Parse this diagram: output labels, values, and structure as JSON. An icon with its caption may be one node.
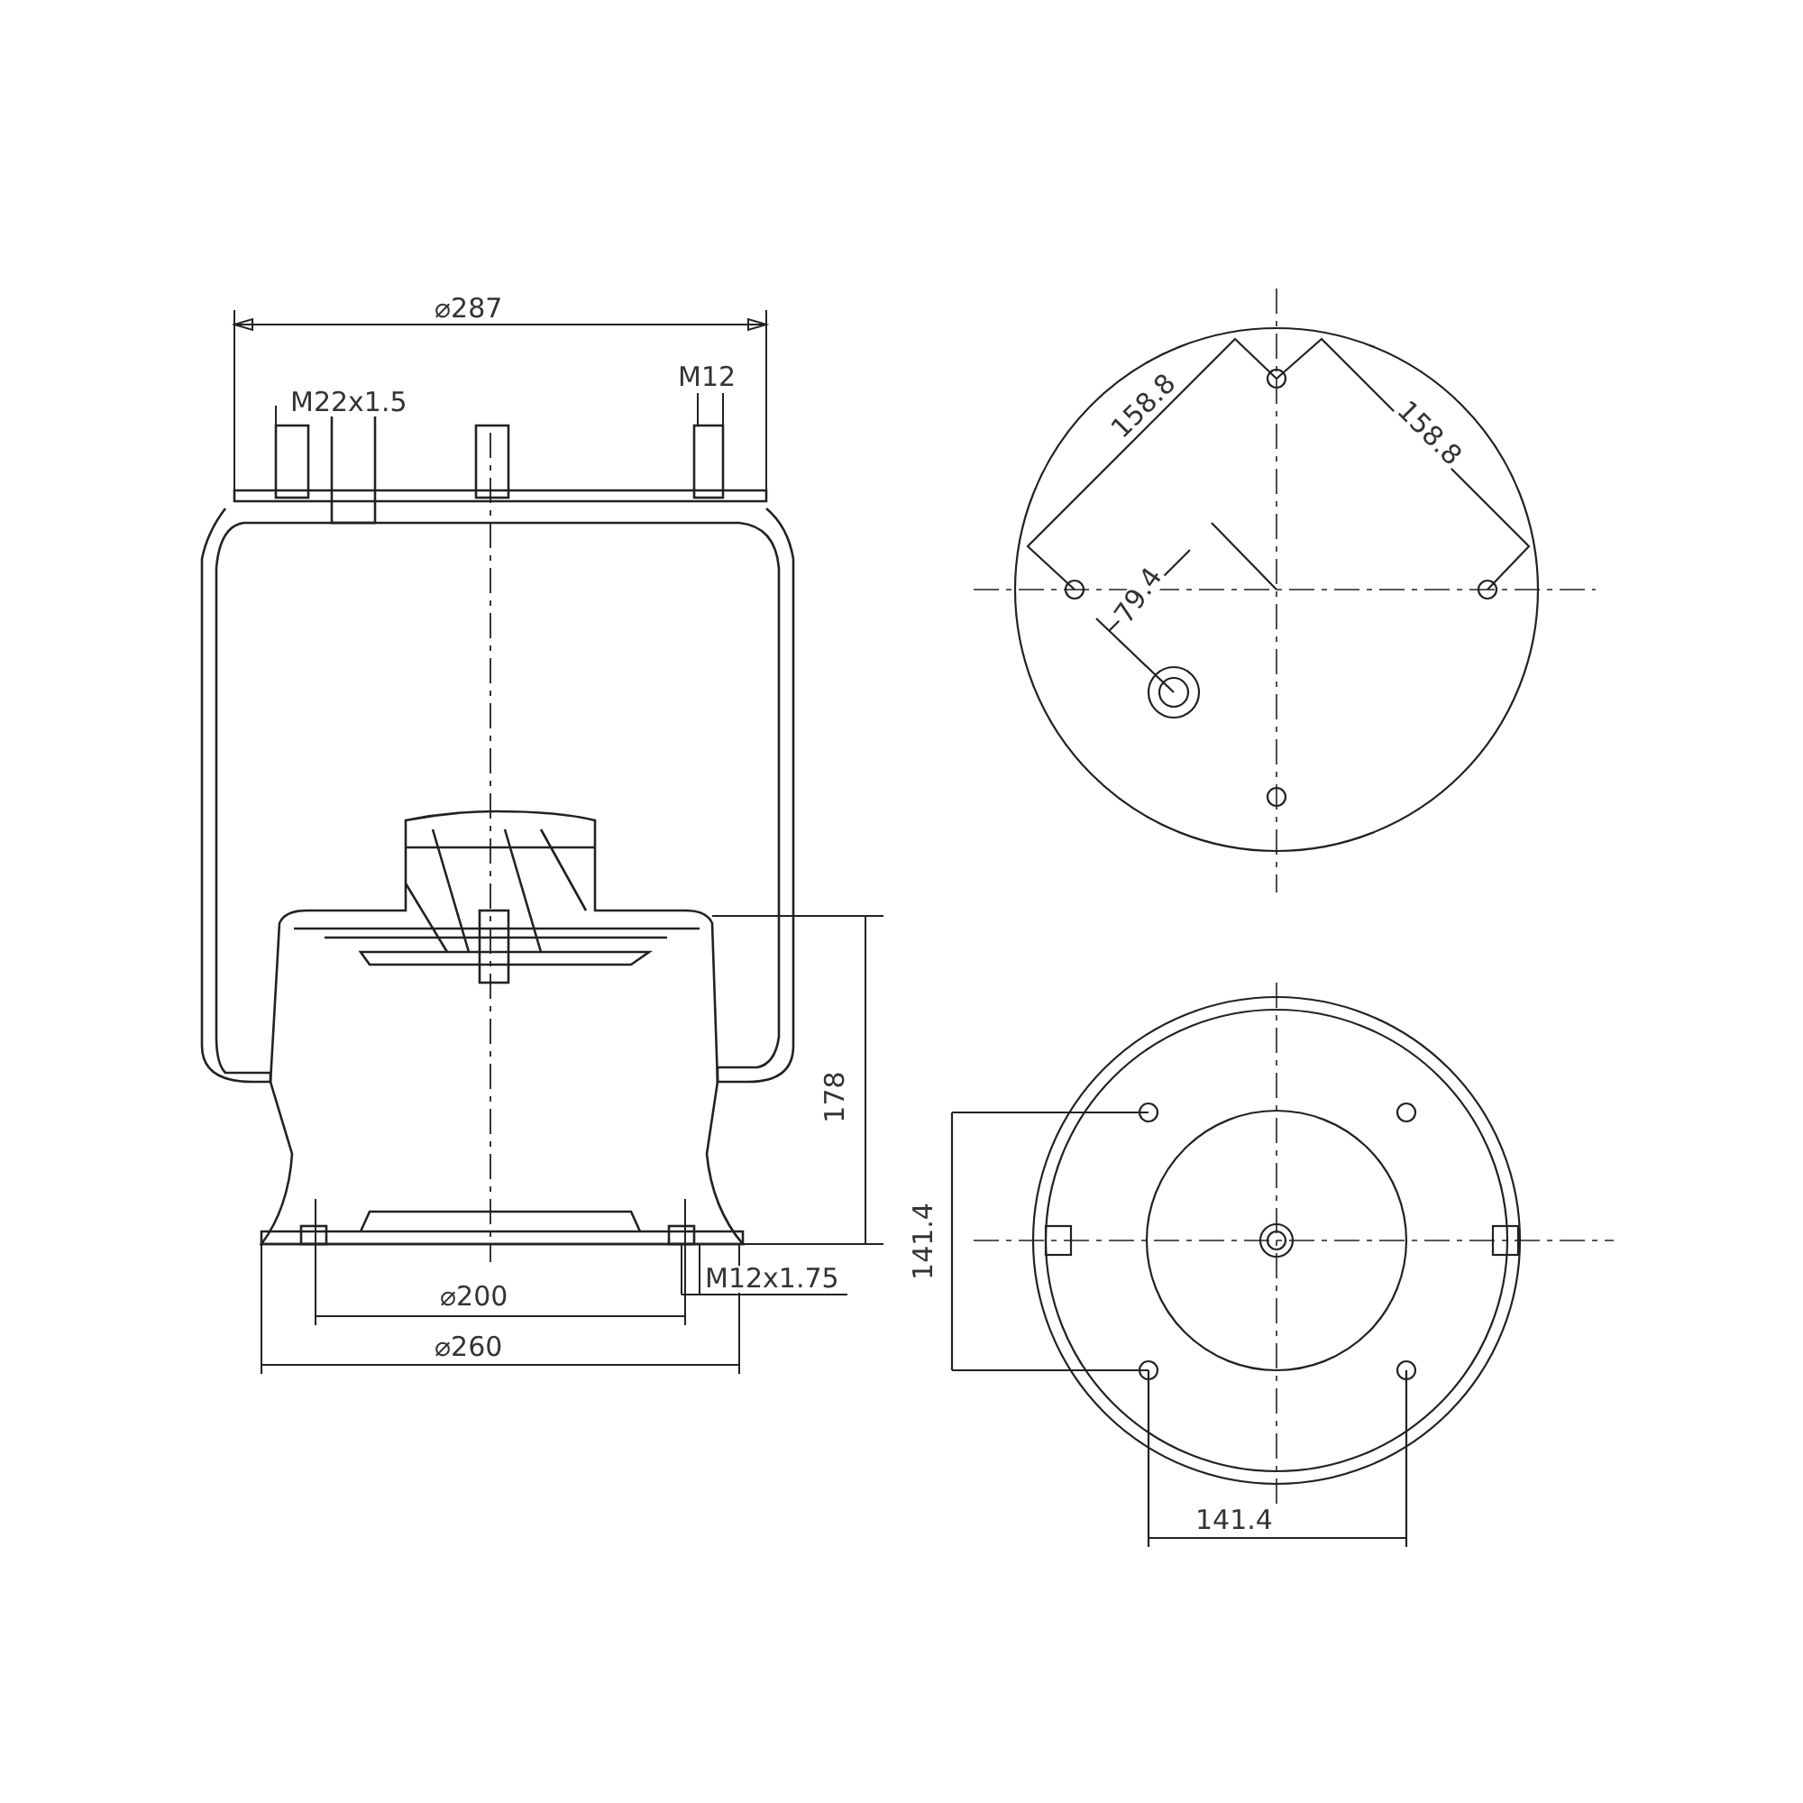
{
  "diagram": {
    "labels": [
      "⌀287",
      "M22x1.5",
      "M12",
      "178",
      "⌀200",
      "⌀260",
      "M12x1.75",
      "158.8",
      "158.8",
      "79.4",
      "141.4",
      "141.4"
    ]
  }
}
